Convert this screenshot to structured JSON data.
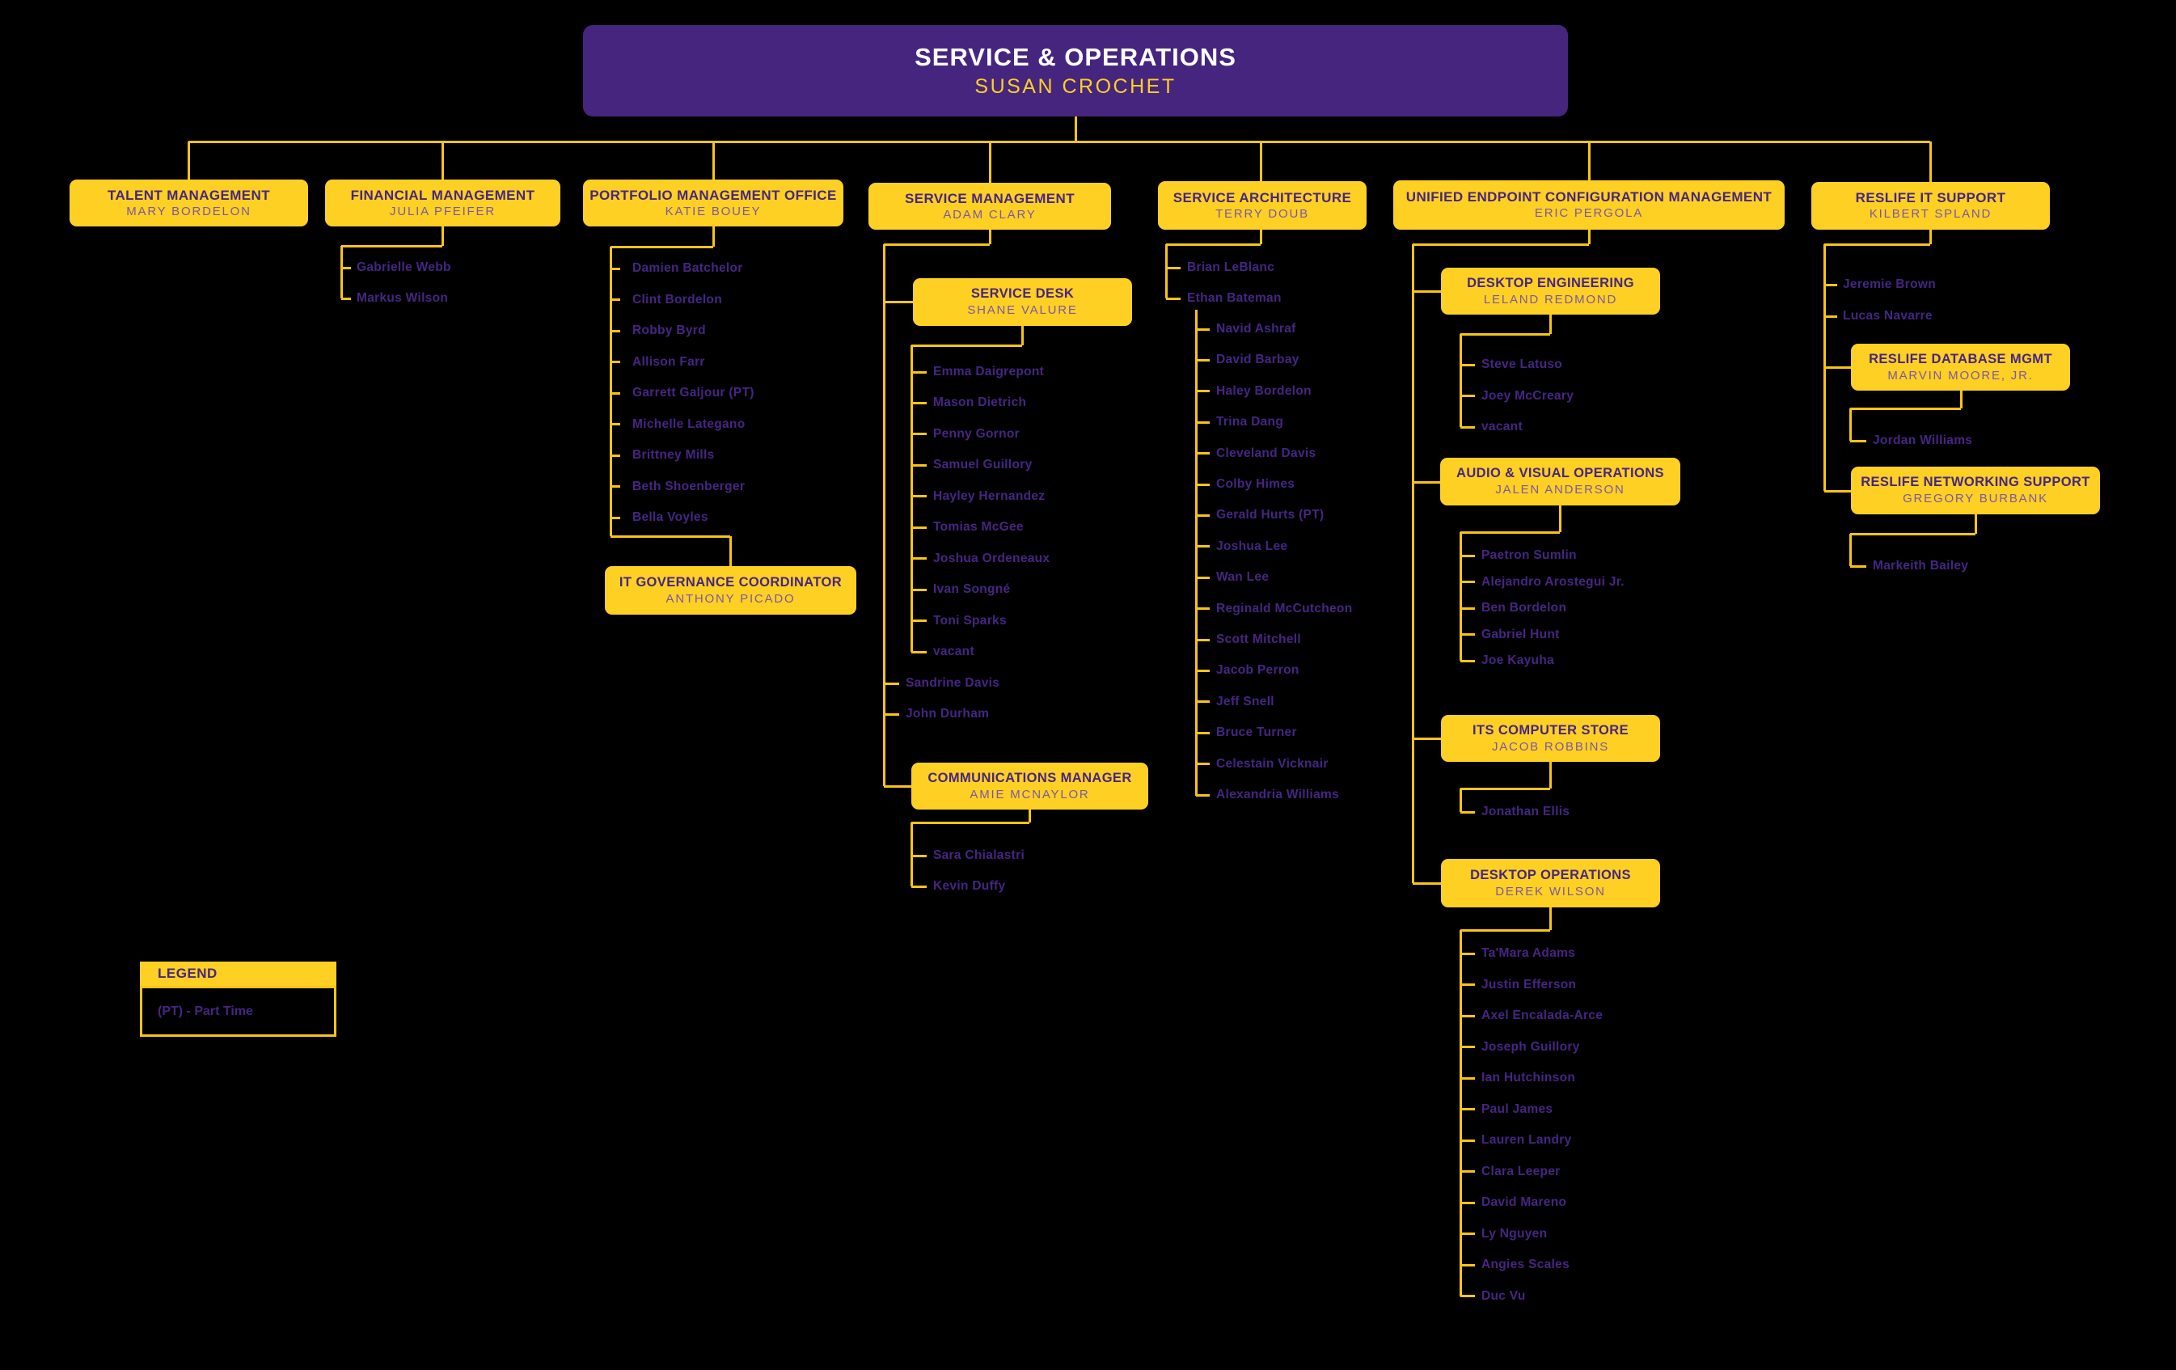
{
  "palette": {
    "background": "#000000",
    "gold": "#FDD023",
    "line_gold": "#F7C514",
    "root_purple": "#46257E",
    "title_purple": "#462583",
    "subtitle_purple": "#7B57A8",
    "root_title_color": "#FFFFFF",
    "root_name_color": "#FDD023"
  },
  "boxes": {
    "root": {
      "title": "SERVICE & OPERATIONS",
      "name": "SUSAN CROCHET"
    },
    "talent": {
      "title": "TALENT MANAGEMENT",
      "name": "MARY BORDELON"
    },
    "financial": {
      "title": "FINANCIAL MANAGEMENT",
      "name": "JULIA PFEIFER"
    },
    "pmo": {
      "title": "PORTFOLIO MANAGEMENT OFFICE",
      "name": "KATIE BOUEY"
    },
    "itgov": {
      "title": "IT GOVERNANCE COORDINATOR",
      "name": "ANTHONY PICADO"
    },
    "servicemgmt": {
      "title": "SERVICE MANAGEMENT",
      "name": "ADAM CLARY"
    },
    "servicedesk": {
      "title": "SERVICE DESK",
      "name": "SHANE VALURE"
    },
    "comms": {
      "title": "COMMUNICATIONS MANAGER",
      "name": "AMIE MCNAYLOR"
    },
    "servicearch": {
      "title": "SERVICE ARCHITECTURE",
      "name": "TERRY DOUB"
    },
    "uecm": {
      "title": "UNIFIED ENDPOINT CONFIGURATION MANAGEMENT",
      "name": "ERIC PERGOLA"
    },
    "de": {
      "title": "DESKTOP ENGINEERING",
      "name": "LELAND REDMOND"
    },
    "av": {
      "title": "AUDIO & VISUAL OPERATIONS",
      "name": "JALEN ANDERSON"
    },
    "store": {
      "title": "ITS COMPUTER STORE",
      "name": "JACOB ROBBINS"
    },
    "do": {
      "title": "DESKTOP OPERATIONS",
      "name": "DEREK WILSON"
    },
    "reslife": {
      "title": "RESLIFE IT SUPPORT",
      "name": "KILBERT SPLAND"
    },
    "db": {
      "title": "RESLIFE DATABASE MGMT",
      "name": "MARVIN MOORE, JR."
    },
    "net": {
      "title": "RESLIFE NETWORKING SUPPORT",
      "name": "GREGORY BURBANK"
    }
  },
  "lists": {
    "financial": [
      "Gabrielle Webb",
      "Markus Wilson"
    ],
    "pmo": [
      "Damien Batchelor",
      "Clint Bordelon",
      "Robby Byrd",
      "Allison Farr",
      "Garrett Galjour (PT)",
      "Michelle Lategano",
      "Brittney Mills",
      "Beth Shoenberger",
      "Bella Voyles"
    ],
    "servicemgmt": [
      "Sandrine Davis",
      "John Durham"
    ],
    "servicedesk": [
      "Emma Daigrepont",
      "Mason Dietrich",
      "Penny Gornor",
      "Samuel Guillory",
      "Hayley Hernandez",
      "Tomias McGee",
      "Joshua Ordeneaux",
      "Ivan Songné",
      "Toni Sparks",
      "vacant"
    ],
    "comms": [
      "Sara Chialastri",
      "Kevin Duffy"
    ],
    "servicearch": [
      "Brian LeBlanc",
      "Ethan Bateman"
    ],
    "ethan_team": [
      "Navid Ashraf",
      "David Barbay",
      "Haley Bordelon",
      "Trina Dang",
      "Cleveland Davis",
      "Colby Himes",
      "Gerald Hurts (PT)",
      "Joshua Lee",
      "Wan Lee",
      "Reginald McCutcheon",
      "Scott Mitchell",
      "Jacob Perron",
      "Jeff Snell",
      "Bruce Turner",
      "Celestain Vicknair",
      "Alexandria Williams"
    ],
    "de": [
      "Steve Latuso",
      "Joey McCreary",
      "vacant"
    ],
    "av": [
      "Paetron Sumlin",
      "Alejandro Arostegui Jr.",
      "Ben Bordelon",
      "Gabriel Hunt",
      "Joe Kayuha"
    ],
    "store": [
      "Jonathan Ellis"
    ],
    "do": [
      "Ta'Mara Adams",
      "Justin Efferson",
      "Axel Encalada-Arce",
      "Joseph Guillory",
      "Ian Hutchinson",
      "Paul James",
      "Lauren Landry",
      "Clara Leeper",
      "David Mareno",
      "Ly Nguyen",
      "Angies Scales",
      "Duc Vu"
    ],
    "reslife": [
      "Jeremie Brown",
      "Lucas Navarre"
    ],
    "db": [
      "Jordan Williams"
    ],
    "net": [
      "Markeith Bailey"
    ]
  },
  "legend": {
    "title": "LEGEND",
    "entry": "(PT) - Part Time"
  }
}
